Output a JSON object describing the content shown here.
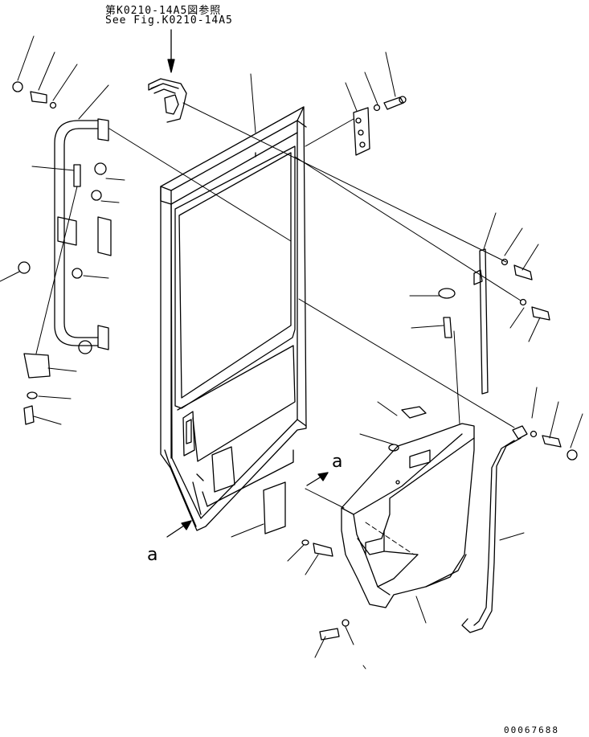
{
  "reference": {
    "line1": "第K0210-14A5図参照",
    "line2": "See Fig.K0210-14A5"
  },
  "view_labels": {
    "a_upper": "a",
    "a_lower": "a"
  },
  "drawing_number": "00067688",
  "colors": {
    "ink": "#000000",
    "paper": "#ffffff"
  }
}
